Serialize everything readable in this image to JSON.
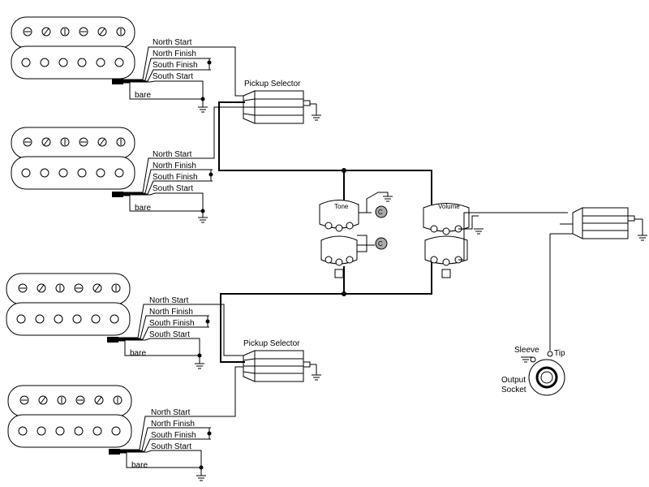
{
  "labels": {
    "north_start": "North Start",
    "north_finish": "North Finish",
    "south_finish": "South Finish",
    "south_start": "South Start",
    "bare": "bare",
    "pickup_selector": "Pickup Selector",
    "tone": "Tone",
    "volume": "Volume",
    "capacitor": "C",
    "sleeve": "Sleeve",
    "tip": "Tip",
    "output": "Output",
    "socket": "Socket"
  }
}
